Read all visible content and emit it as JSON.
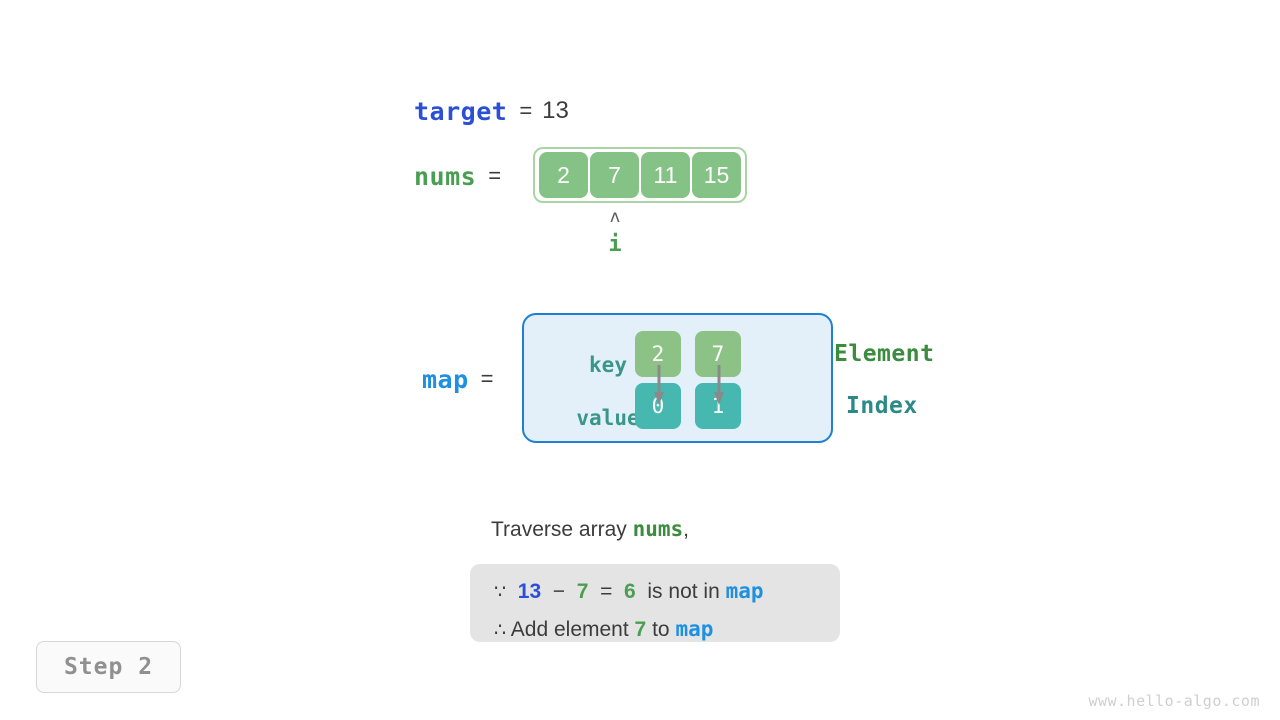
{
  "background": "#ffffff",
  "colors": {
    "target_blue": "#2b50d6",
    "nums_green": "#4a9e52",
    "map_blue": "#1f8fe0",
    "element_green": "#3c8c3f",
    "index_teal": "#2a8a85",
    "cell_green": "#85c285",
    "cell_teal": "#46b8b0",
    "map_fill": "#e3f0fa",
    "map_border": "#1f7fd0",
    "explain_fill": "#e4e4e4"
  },
  "target": {
    "label": "target",
    "equals": "=",
    "value": "13"
  },
  "nums": {
    "label": "nums",
    "equals": "=",
    "cells": [
      "2",
      "7",
      "11",
      "15"
    ],
    "pointer": {
      "caret": "ʌ",
      "label": "i",
      "index": 1
    }
  },
  "map": {
    "label": "map",
    "equals": "=",
    "row_labels": {
      "key": "key",
      "value": "value"
    },
    "keys": [
      "2",
      "7"
    ],
    "values": [
      "0",
      "1"
    ],
    "captions": {
      "element": "Element",
      "index": "Index"
    }
  },
  "narration": {
    "traverse_prefix": "Traverse array ",
    "traverse_var": "nums",
    "traverse_suffix": ",",
    "line1": {
      "because_symbol": "∵",
      "a": "13",
      "minus": "−",
      "b": "7",
      "equals": "=",
      "result": "6",
      "text": "is not in",
      "map": "map"
    },
    "line2": {
      "therefore_symbol": "∴",
      "prefix": "Add element",
      "element": "7",
      "middle": "to",
      "map": "map"
    }
  },
  "step_badge": "Step 2",
  "watermark": "www.hello-algo.com"
}
